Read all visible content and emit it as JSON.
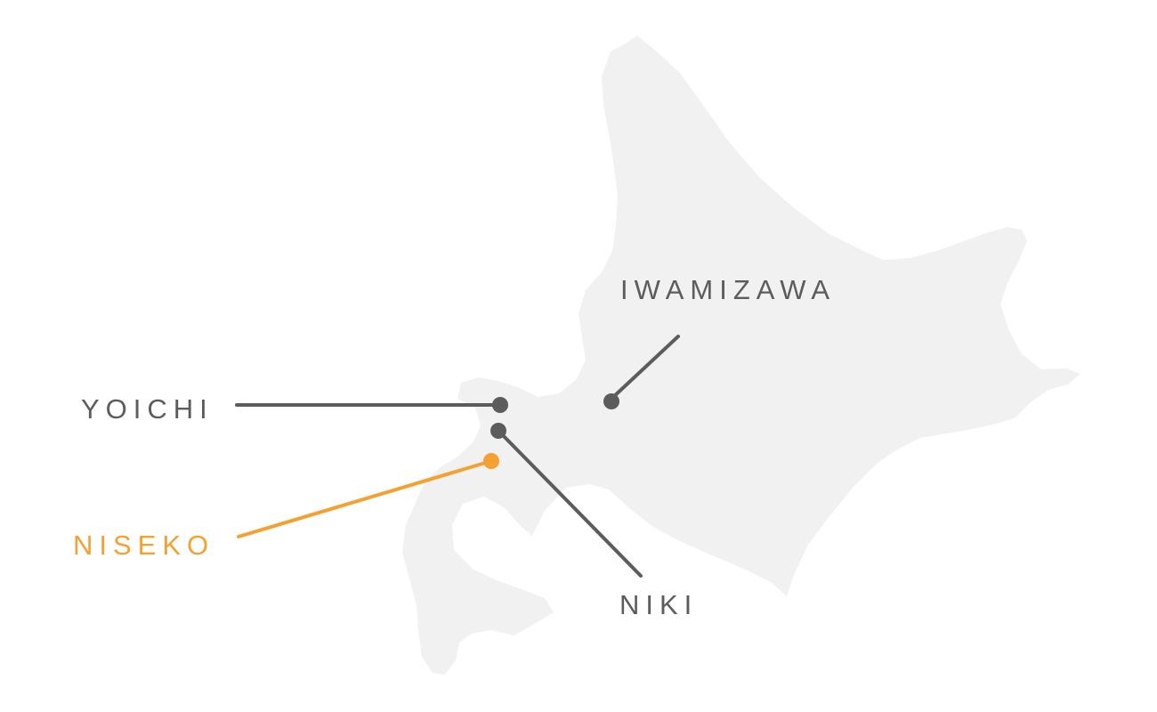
{
  "colors": {
    "background": "#ffffff",
    "land": "#f1f1f1",
    "marker_default": "#5c5c5c",
    "marker_highlight": "#f5a033"
  },
  "locations": {
    "iwamizawa": {
      "label": "IWAMIZAWA",
      "highlighted": false
    },
    "yoichi": {
      "label": "YOICHI",
      "highlighted": false
    },
    "niseko": {
      "label": "NISEKO",
      "highlighted": true
    },
    "niki": {
      "label": "NIKI",
      "highlighted": false
    }
  }
}
